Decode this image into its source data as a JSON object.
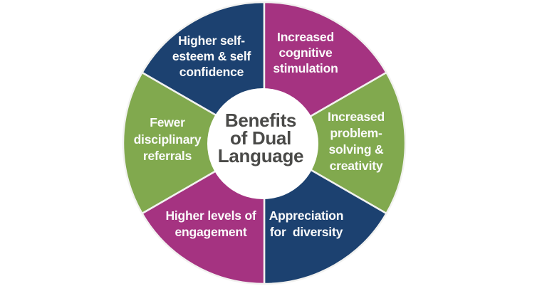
{
  "diagram": {
    "title_lines": [
      "Benefits",
      "of Dual",
      "Language"
    ],
    "title_full": "Benefits of Dual Language"
  },
  "colors": {
    "blue": "#1c4170",
    "magenta": "#a53381",
    "green": "#81a94e",
    "divider": "#f2f2f0",
    "center_bg": "#ffffff",
    "title_text": "#4a4a48",
    "label_text": "#fbfbfb",
    "background": "#ffffff"
  },
  "segments": [
    {
      "id": "higher-self-esteem",
      "label": "Higher self-esteem & self confidence",
      "color": "#1c4170",
      "lines": [
        "Higher self-",
        "esteem & self",
        "confidence"
      ]
    },
    {
      "id": "increased-cognitive-stimulation",
      "label": "Increased cognitive stimulation",
      "color": "#a53381",
      "lines": [
        "Increased",
        "cognitive",
        "stimulation"
      ]
    },
    {
      "id": "increased-problem-solving-creativity",
      "label": "Increased problem-solving & creativity",
      "color": "#81a94e",
      "lines": [
        "Increased",
        "problem-",
        "solving &",
        "creativity"
      ]
    },
    {
      "id": "appreciation-for-diversity",
      "label": "Appreciation for  diversity",
      "color": "#1c4170",
      "lines": [
        "Appreciation",
        "for  diversity"
      ]
    },
    {
      "id": "higher-levels-of-engagement",
      "label": "Higher levels of engagement",
      "color": "#a53381",
      "lines": [
        "Higher levels of",
        "engagement"
      ]
    },
    {
      "id": "fewer-disciplinary-referrals",
      "label": "Fewer disciplinary referrals",
      "color": "#81a94e",
      "lines": [
        "Fewer",
        "disciplinary",
        "referrals"
      ]
    }
  ]
}
